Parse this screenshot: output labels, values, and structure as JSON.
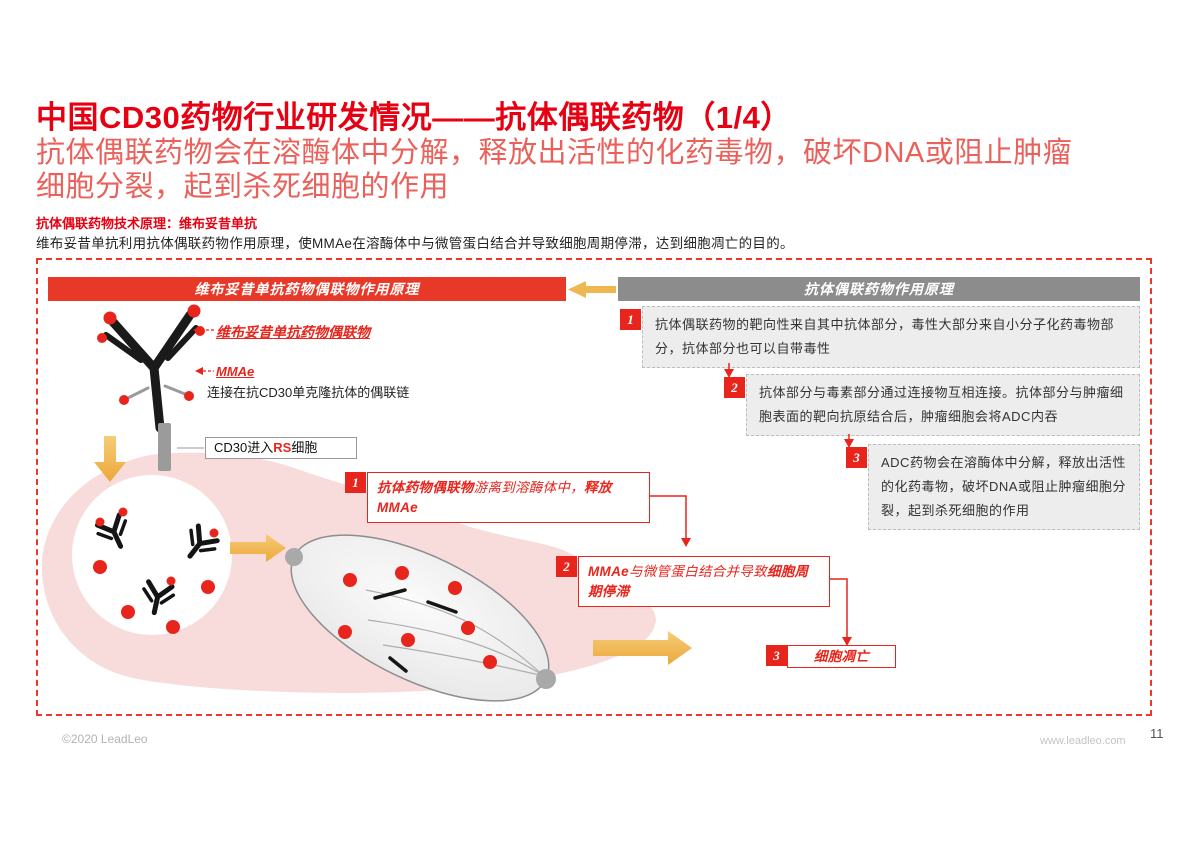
{
  "colors": {
    "accent_red": "#E60012",
    "panel_red": "#E83828",
    "panel_gray": "#8C8C8C",
    "arrow_gold": "#F0B64F",
    "cell_pink": "#F8DBDB"
  },
  "header": {
    "title": "中国CD30药物行业研发情况——抗体偶联药物（1/4）",
    "subtitle": "抗体偶联药物会在溶酶体中分解，释放出活性的化药毒物，破坏DNA或阻止肿瘤细胞分裂，起到杀死细胞的作用",
    "section_label": "抗体偶联药物技术原理：维布妥昔单抗",
    "section_desc": "维布妥昔单抗利用抗体偶联药物作用原理，使MMAe在溶酶体中与微管蛋白结合并导致细胞周期停滞，达到细胞凋亡的目的。"
  },
  "diagram": {
    "left_panel_title": "维布妥昔单抗药物偶联物作用原理",
    "right_panel_title": "抗体偶联药物作用原理",
    "labels": {
      "conjugate": "维布妥昔单抗药物偶联物",
      "mmae": "MMAe",
      "linker": "连接在抗CD30单克隆抗体的偶联链",
      "cd30_prefix": "CD30进入",
      "cd30_highlight": "RS",
      "cd30_suffix": "细胞"
    },
    "mid_steps": {
      "s1_num": "1",
      "s1_p1": "抗体药物偶联物",
      "s1_p2": "游离到溶酶体中，",
      "s1_p3": "释放MMAe",
      "s2_num": "2",
      "s2_p1": "MMAe",
      "s2_p2": "与微管蛋白结合并导致",
      "s2_p3": "细胞周期停滞",
      "s3_num": "3",
      "s3_text": "细胞凋亡"
    },
    "right_steps": [
      {
        "num": "1",
        "text": "抗体偶联药物的靶向性来自其中抗体部分，毒性大部分来自小分子化药毒物部分，抗体部分也可以自带毒性"
      },
      {
        "num": "2",
        "text": "抗体部分与毒素部分通过连接物互相连接。抗体部分与肿瘤细胞表面的靶向抗原结合后，肿瘤细胞会将ADC内吞"
      },
      {
        "num": "3",
        "text": "ADC药物会在溶酶体中分解，释放出活性的化药毒物，破坏DNA或阻止肿瘤细胞分裂，起到杀死细胞的作用"
      }
    ]
  },
  "footer": {
    "copyright": "©2020 LeadLeo",
    "website": "www.leadleo.com",
    "page_number": "11"
  }
}
